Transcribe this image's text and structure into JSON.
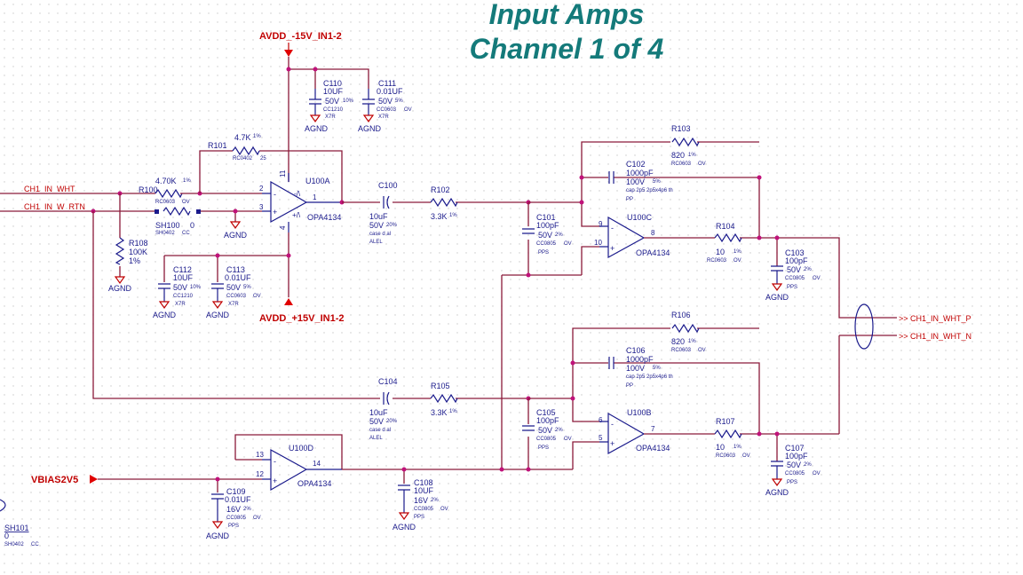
{
  "title": {
    "line1": "Input Amps",
    "line2": "Channel 1 of 4",
    "color": "#147a7a"
  },
  "colors": {
    "wire": "#8b1a3a",
    "component": "#1b1b8c",
    "net_label": "#c00000",
    "junction": "#c0127a",
    "grid": "#c8c8c8"
  },
  "nets": {
    "avdd_neg": "AVDD_-15V_IN1-2",
    "avdd_pos": "AVDD_+15V_IN1-2",
    "in_wht": "CH1_IN_WHT",
    "in_rtn": "CH1_IN_W_RTN",
    "vbias": "VBIAS2V5",
    "out_p": "CH1_IN_WHT_P",
    "out_n": "CH1_IN_WHT_N",
    "agnd": "AGND"
  },
  "components": {
    "c110": {
      "ref": "C110",
      "value": "10UF",
      "voltage": "50V",
      "tol": "10%",
      "pkg": "CC1210",
      "diel": "X7R"
    },
    "c111": {
      "ref": "C111",
      "value": "0.01UF",
      "voltage": "50V",
      "tol": "5%",
      "pkg": "CC0603",
      "diel": "X7R",
      "extra": "OV"
    },
    "r101": {
      "ref": "R101",
      "value": "4.7K",
      "tol": "1%",
      "pkg": "RC0402",
      "extra": "25"
    },
    "r100": {
      "ref": "R100",
      "value": "4.70K",
      "tol": "1%",
      "pkg": "RC0603",
      "extra": "OV"
    },
    "sh100": {
      "ref": "SH100",
      "value": "0",
      "pkg": "SH0402",
      "extra": "CC"
    },
    "r108": {
      "ref": "R108",
      "value": "100K",
      "tol": "1%"
    },
    "c112": {
      "ref": "C112",
      "value": "10UF",
      "voltage": "50V",
      "tol": "10%",
      "pkg": "CC1210",
      "diel": "X7R"
    },
    "c113": {
      "ref": "C113",
      "value": "0.01UF",
      "voltage": "50V",
      "tol": "5%",
      "pkg": "CC0603",
      "diel": "X7R",
      "extra": "OV"
    },
    "u100a": {
      "ref": "U100A",
      "part": "OPA4134",
      "p_minus": "2",
      "p_plus": "3",
      "p_out": "1",
      "p_vneg": "11",
      "p_vpos": "4",
      "sym_minus": "-/\\",
      "sym_plus": "+/\\"
    },
    "c100": {
      "ref": "C100",
      "value": "10uF",
      "voltage": "50V",
      "tol": "20%",
      "case": "case d al",
      "diel": "ALEL"
    },
    "r102": {
      "ref": "R102",
      "value": "3.3K",
      "tol": "1%"
    },
    "c101": {
      "ref": "C101",
      "value": "100pF",
      "voltage": "50V",
      "tol": "2%",
      "pkg": "CC0805",
      "diel": "PPS",
      "extra": "OV"
    },
    "r103": {
      "ref": "R103",
      "value": "820",
      "tol": "1%",
      "pkg": "RC0603",
      "extra": "OV"
    },
    "c102": {
      "ref": "C102",
      "value": "1000pF",
      "voltage": "100V",
      "tol": "5%",
      "case": "cap 2p5 2p5x4p6 th",
      "diel": "PP"
    },
    "u100c": {
      "ref": "U100C",
      "part": "OPA4134",
      "p_minus": "9",
      "p_plus": "10",
      "p_out": "8"
    },
    "r104": {
      "ref": "R104",
      "value": "10",
      "tol": "1%",
      "pkg": "RC0603",
      "extra": "OV"
    },
    "c103": {
      "ref": "C103",
      "value": "100pF",
      "voltage": "50V",
      "tol": "2%",
      "pkg": "CC0805",
      "diel": "PPS",
      "extra": "OV"
    },
    "r106": {
      "ref": "R106",
      "value": "820",
      "tol": "1%",
      "pkg": "RC0603",
      "extra": "OV"
    },
    "c106": {
      "ref": "C106",
      "value": "1000pF",
      "voltage": "100V",
      "tol": "5%",
      "case": "cap 2p5 2p5x4p6 th",
      "diel": "PP"
    },
    "c104": {
      "ref": "C104",
      "value": "10uF",
      "voltage": "50V",
      "tol": "20%",
      "case": "case d al",
      "diel": "ALEL"
    },
    "r105": {
      "ref": "R105",
      "value": "3.3K",
      "tol": "1%"
    },
    "c105": {
      "ref": "C105",
      "value": "100pF",
      "voltage": "50V",
      "tol": "2%",
      "pkg": "CC0805",
      "diel": "PPS",
      "extra": "OV"
    },
    "u100b": {
      "ref": "U100B",
      "part": "OPA4134",
      "p_minus": "6",
      "p_plus": "5",
      "p_out": "7"
    },
    "r107": {
      "ref": "R107",
      "value": "10",
      "tol": "1%",
      "pkg": "RC0603",
      "extra": "OV"
    },
    "c107": {
      "ref": "C107",
      "value": "100pF",
      "voltage": "50V",
      "tol": "2%",
      "pkg": "CC0805",
      "diel": "PPS",
      "extra": "OV"
    },
    "u100d": {
      "ref": "U100D",
      "part": "OPA4134",
      "p_minus": "13",
      "p_plus": "12",
      "p_out": "14"
    },
    "c109": {
      "ref": "C109",
      "value": "0.01UF",
      "voltage": "16V",
      "tol": "2%",
      "pkg": "CC0805",
      "diel": "PPS",
      "extra": "OV"
    },
    "c108": {
      "ref": "C108",
      "value": "10UF",
      "voltage": "16V",
      "tol": "2%",
      "pkg": "CC0805",
      "diel": "PPS",
      "extra": "OV"
    },
    "sh101": {
      "ref": "SH101",
      "value": "0",
      "pkg": "SH0402",
      "extra": "CC"
    }
  }
}
